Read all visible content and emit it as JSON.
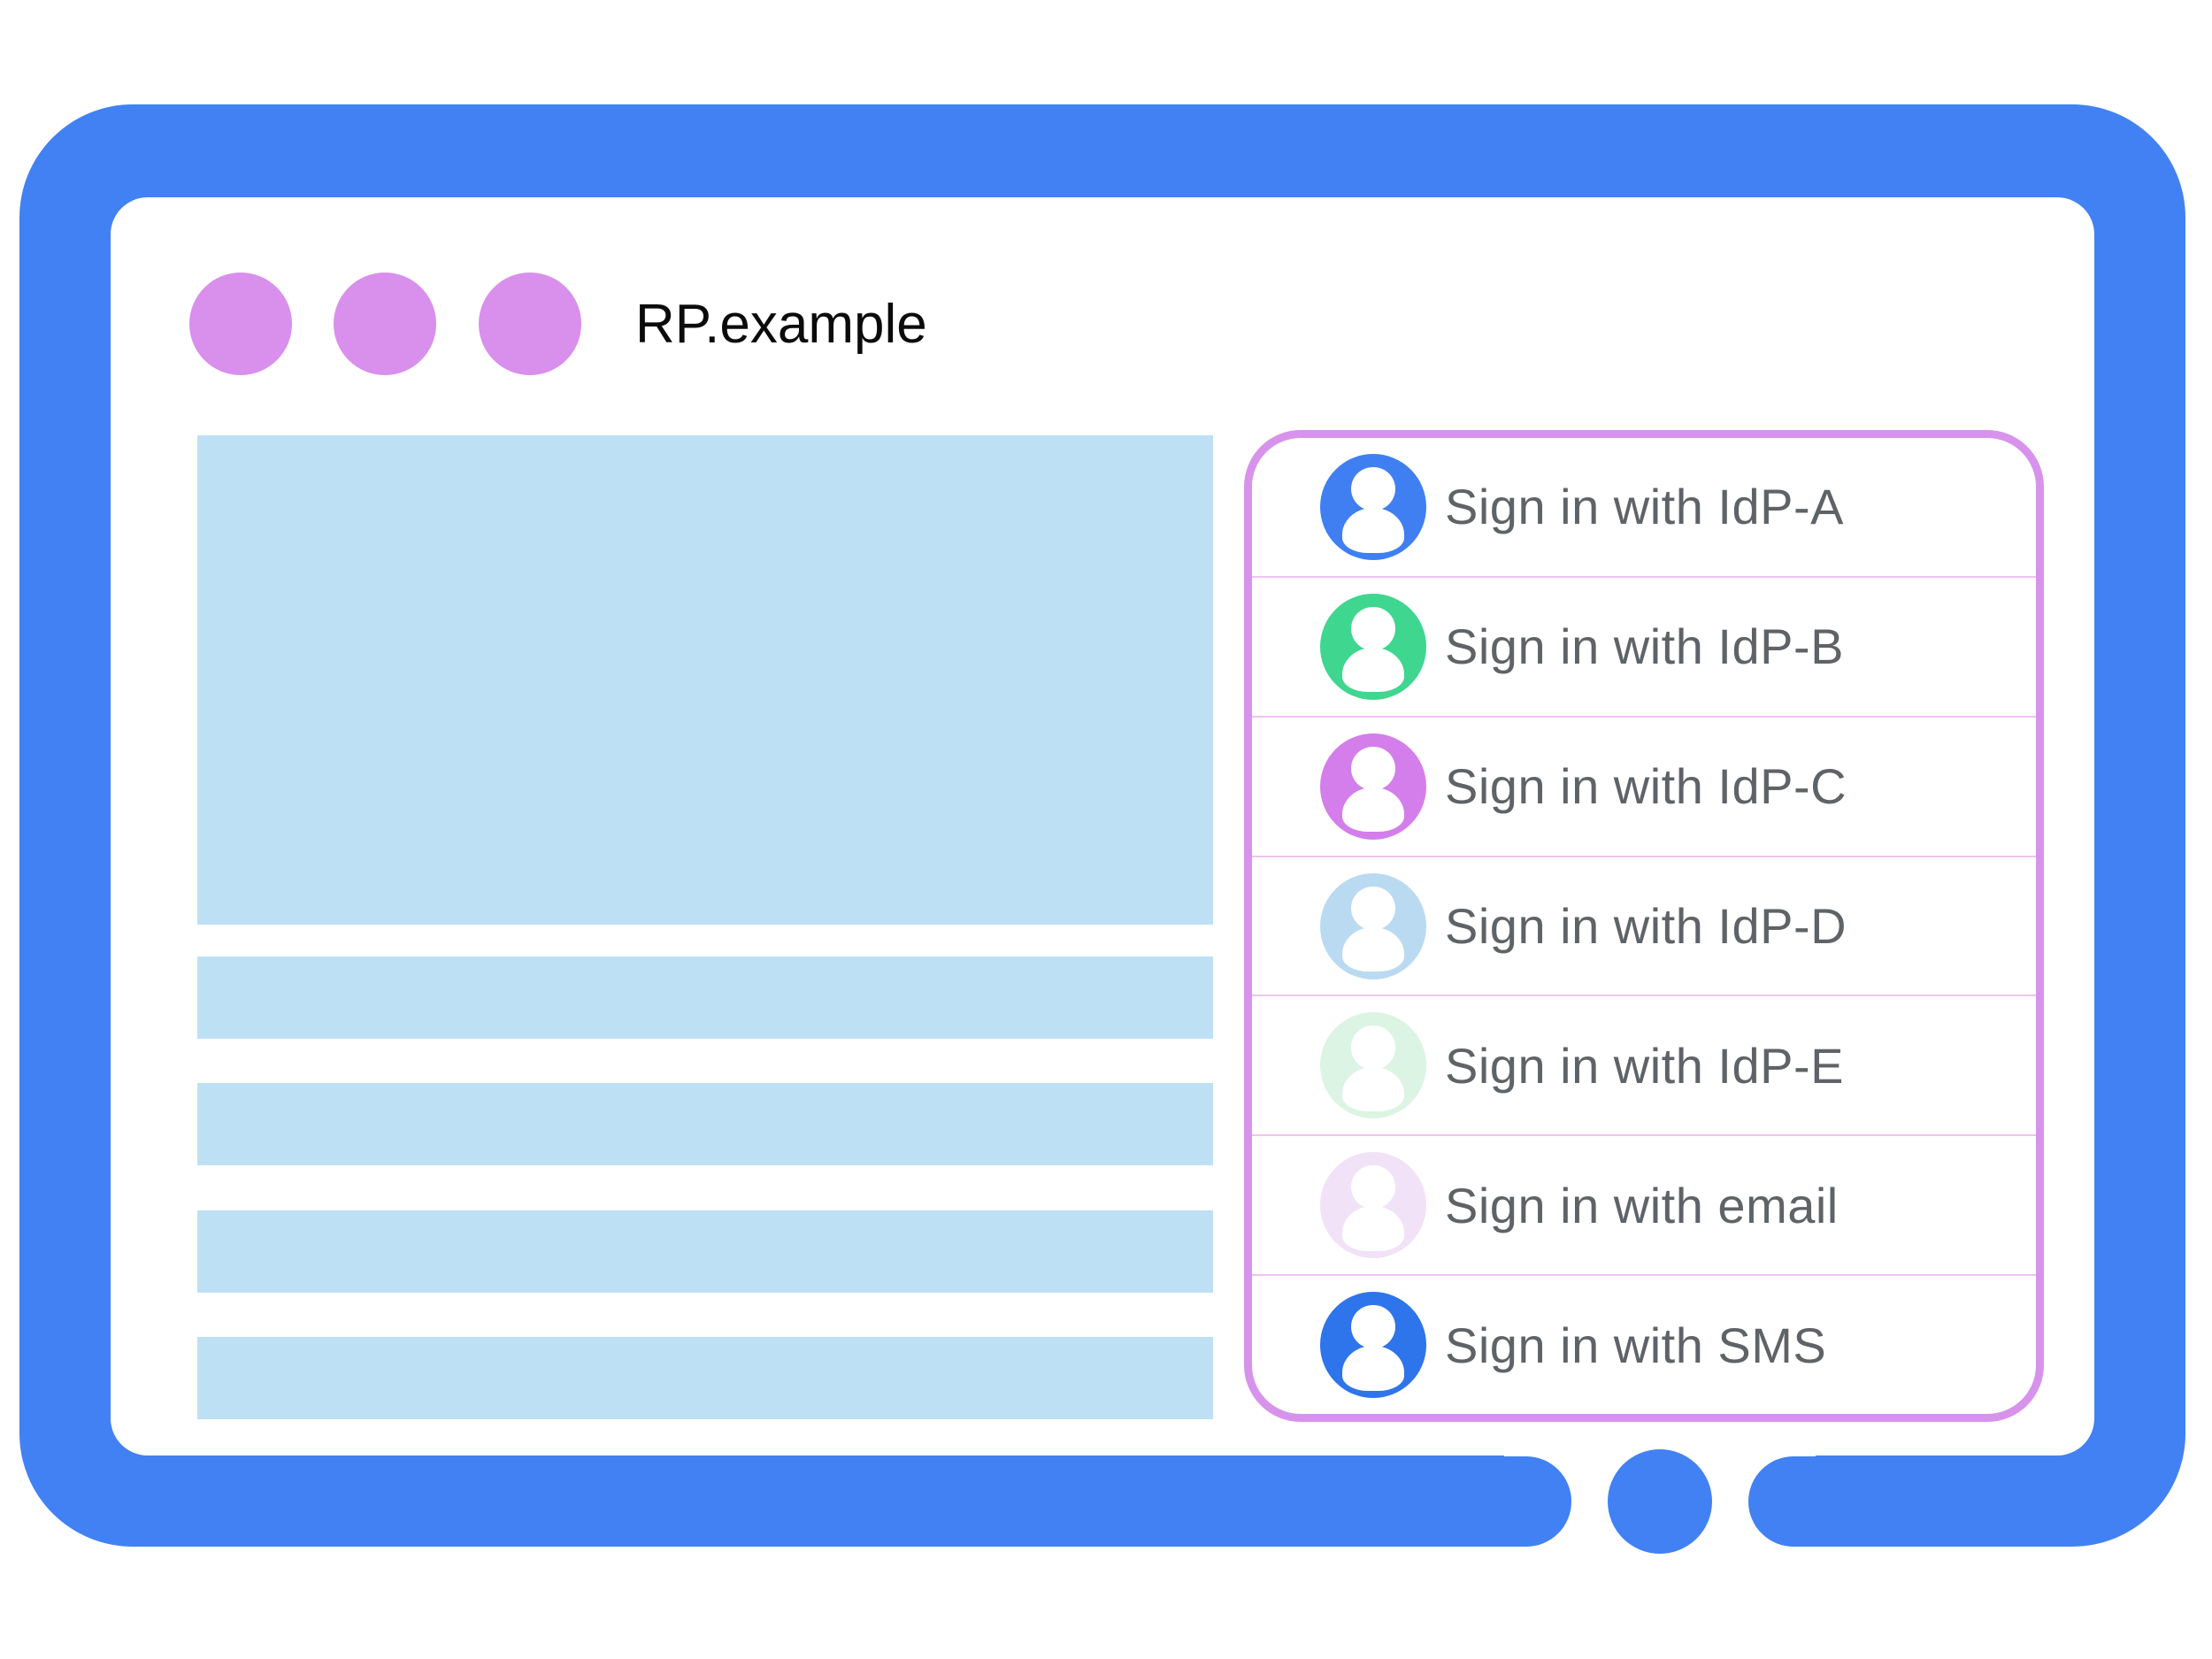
{
  "window": {
    "title": "RP.example",
    "chrome_dots": 3
  },
  "panel": {
    "options": [
      {
        "label": "Sign in with IdP-A",
        "color": "#3f7ff2"
      },
      {
        "label": "Sign in with IdP-B",
        "color": "#3fd690"
      },
      {
        "label": "Sign in with IdP-C",
        "color": "#d37eea"
      },
      {
        "label": "Sign in with IdP-D",
        "color": "#badaf2"
      },
      {
        "label": "Sign in with IdP-E",
        "color": "#dcf4e3"
      },
      {
        "label": "Sign in with email",
        "color": "#f1e2f7"
      },
      {
        "label": "Sign in with SMS",
        "color": "#2e74ea"
      }
    ]
  },
  "theme": {
    "frame-blue": "#4181f3",
    "dot-purple": "#d98fec",
    "placeholder-blue": "#bee0f4",
    "panel-border": "#d793ec",
    "panel-divider": "#efc3f0",
    "text-gray": "#5f6368",
    "title-black": "#0b0b0b"
  }
}
